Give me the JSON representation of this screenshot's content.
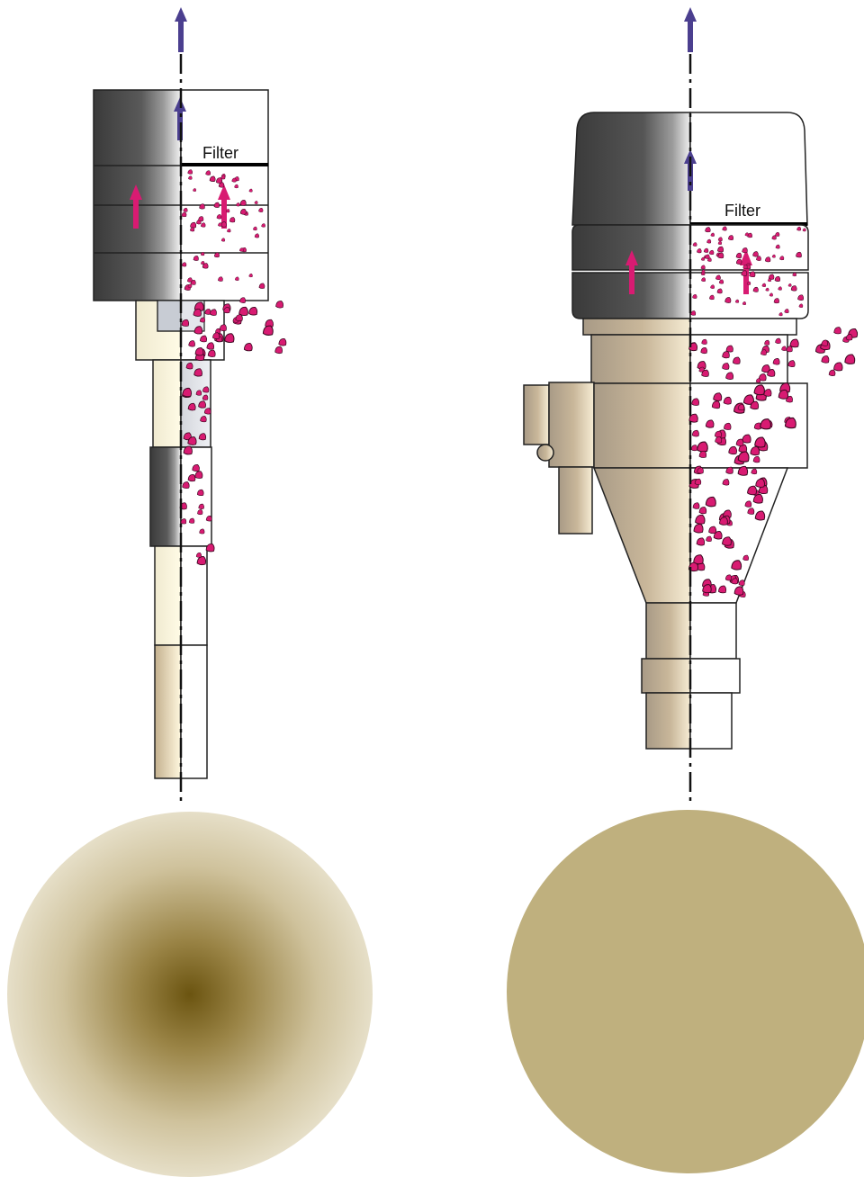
{
  "left_assembly": {
    "filter_label": "Filter",
    "sample_spot": "gradient-concentrated"
  },
  "right_assembly": {
    "filter_label": "Filter",
    "sample_spot": "uniform"
  },
  "colors": {
    "particle": "#d81b72",
    "flow_arrow": "#d81b72",
    "exhaust_arrow": "#4b3f8f",
    "housing_dark": "#444444",
    "tube_cream": "#f6f2d6",
    "tube_tan": "#c7b79a",
    "spot_uniform": "#bfb07e",
    "spot_center": "#6b5410",
    "spot_edge": "#e6dfc8"
  },
  "icons": {
    "exhaust": "arrow-up-icon",
    "airflow": "arrow-up-icon",
    "particle": "particle-icon"
  }
}
